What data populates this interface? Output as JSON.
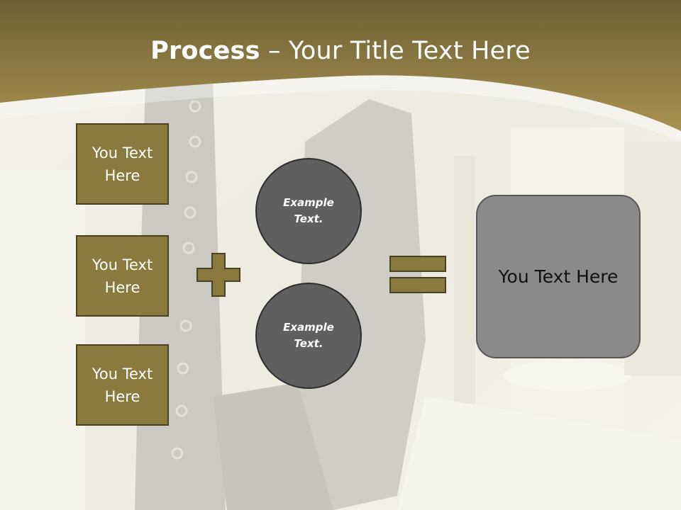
{
  "title": {
    "bold": "Process",
    "rest": " – Your Title Text Here"
  },
  "inputs": [
    {
      "label": "You Text Here"
    },
    {
      "label": "You Text Here"
    },
    {
      "label": "You Text Here"
    }
  ],
  "circles": [
    {
      "label": "Example Text."
    },
    {
      "label": "Example Text."
    }
  ],
  "result": {
    "label": "You Text Here"
  },
  "colors": {
    "header": "#7a6a38",
    "box_fill": "#8b7a3e",
    "circle_fill": "#5f5f5f",
    "result_fill": "#8a8a8a"
  }
}
